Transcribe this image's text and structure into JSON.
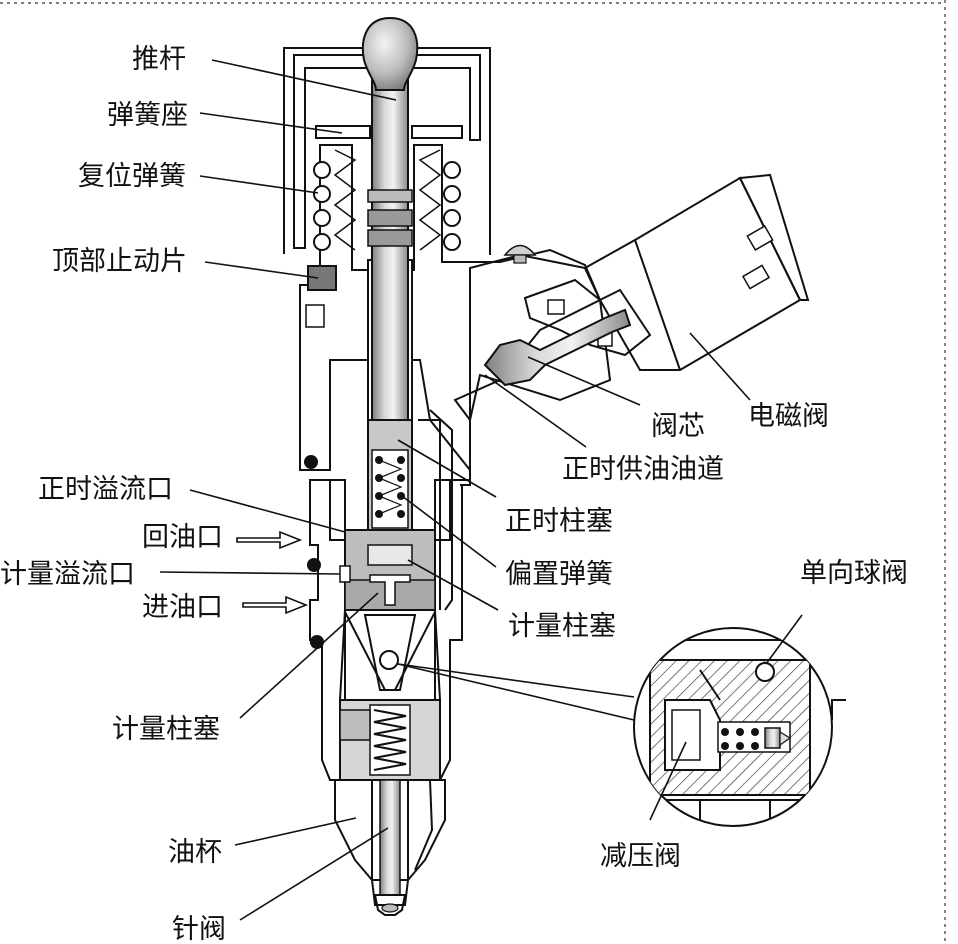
{
  "labels": {
    "push_rod": "推杆",
    "spring_seat": "弹簧座",
    "return_spring": "复位弹簧",
    "top_stop_plate": "顶部止动片",
    "solenoid_valve": "电磁阀",
    "valve_core": "阀芯",
    "timing_supply_passage": "正时供油油道",
    "timing_overflow_port": "正时溢流口",
    "oil_return_port": "回油口",
    "timing_plunger": "正时柱塞",
    "metering_overflow_port": "计量溢流口",
    "bias_spring": "偏置弹簧",
    "oil_inlet_port": "进油口",
    "metering_plunger": "计量柱塞",
    "metering_plunger_lower": "计量柱塞",
    "check_ball_valve": "单向球阀",
    "pressure_relief_valve": "减压阀",
    "oil_cup": "油杯",
    "needle_valve": "针阀"
  },
  "colors": {
    "line": "#111111",
    "hatch": "#333333",
    "metal_light": "#e6e6e6",
    "metal_mid": "#bdbdbd",
    "metal_dark": "#8f8f8f",
    "background": "#ffffff"
  }
}
